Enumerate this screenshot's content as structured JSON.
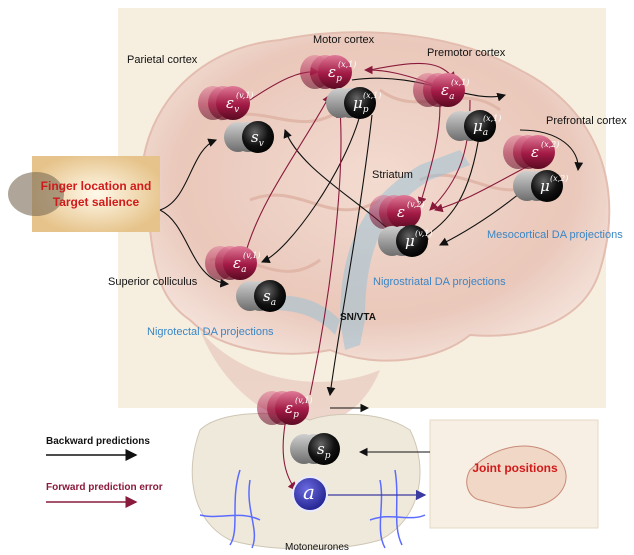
{
  "regions": {
    "parietal": "Parietal cortex",
    "motor": "Motor cortex",
    "premotor": "Premotor cortex",
    "prefrontal": "Prefrontal cortex",
    "striatum": "Striatum",
    "superior_colliculus": "Superior colliculus",
    "motoneurones": "Motoneurones",
    "snvta": "SN/VTA"
  },
  "projections": {
    "mesocortical": "Mesocortical DA projections",
    "nigrostriatal": "Nigrostriatal DA projections",
    "nigrotectal": "Nigrotectal DA projections"
  },
  "inputs": {
    "finger_line1": "Finger location and",
    "finger_line2": "Target salience",
    "joint": "Joint positions"
  },
  "legend": {
    "backward": "Backward predictions",
    "forward": "Forward prediction error"
  },
  "colors": {
    "backward": "#111111",
    "forward": "#8a1a3c",
    "dopamine": "#3a86c6",
    "motor_output": "#3a3aa0",
    "label_red": "#d11a1a"
  },
  "nodes": {
    "eps_p_x1": {
      "sym": "ε",
      "sub": "p",
      "sup": "(x,1)"
    },
    "eps_v_v1": {
      "sym": "ε",
      "sub": "v",
      "sup": "(v,1)"
    },
    "s_v": {
      "sym": "s",
      "sub": "v",
      "sup": ""
    },
    "mu_p_x1": {
      "sym": "μ",
      "sub": "p",
      "sup": "(x,1)"
    },
    "eps_a_x1": {
      "sym": "ε",
      "sub": "a",
      "sup": "(x,1)"
    },
    "mu_a_x1": {
      "sym": "μ",
      "sub": "a",
      "sup": "(x,1)"
    },
    "eps_x2": {
      "sym": "ε",
      "sub": "",
      "sup": "(x,2)"
    },
    "mu_x2": {
      "sym": "μ",
      "sub": "",
      "sup": "(x,2)"
    },
    "eps_v2": {
      "sym": "ε",
      "sub": "",
      "sup": "(v,2)"
    },
    "mu_v1": {
      "sym": "μ",
      "sub": "",
      "sup": "(v,1)"
    },
    "eps_a_v1": {
      "sym": "ε",
      "sub": "a",
      "sup": "(v,1)"
    },
    "s_a": {
      "sym": "s",
      "sub": "a",
      "sup": ""
    },
    "eps_p_v1": {
      "sym": "ε",
      "sub": "p",
      "sup": "(v,1)"
    },
    "s_p": {
      "sym": "s",
      "sub": "p",
      "sup": ""
    },
    "a": {
      "sym": "a",
      "sub": "",
      "sup": ""
    }
  }
}
